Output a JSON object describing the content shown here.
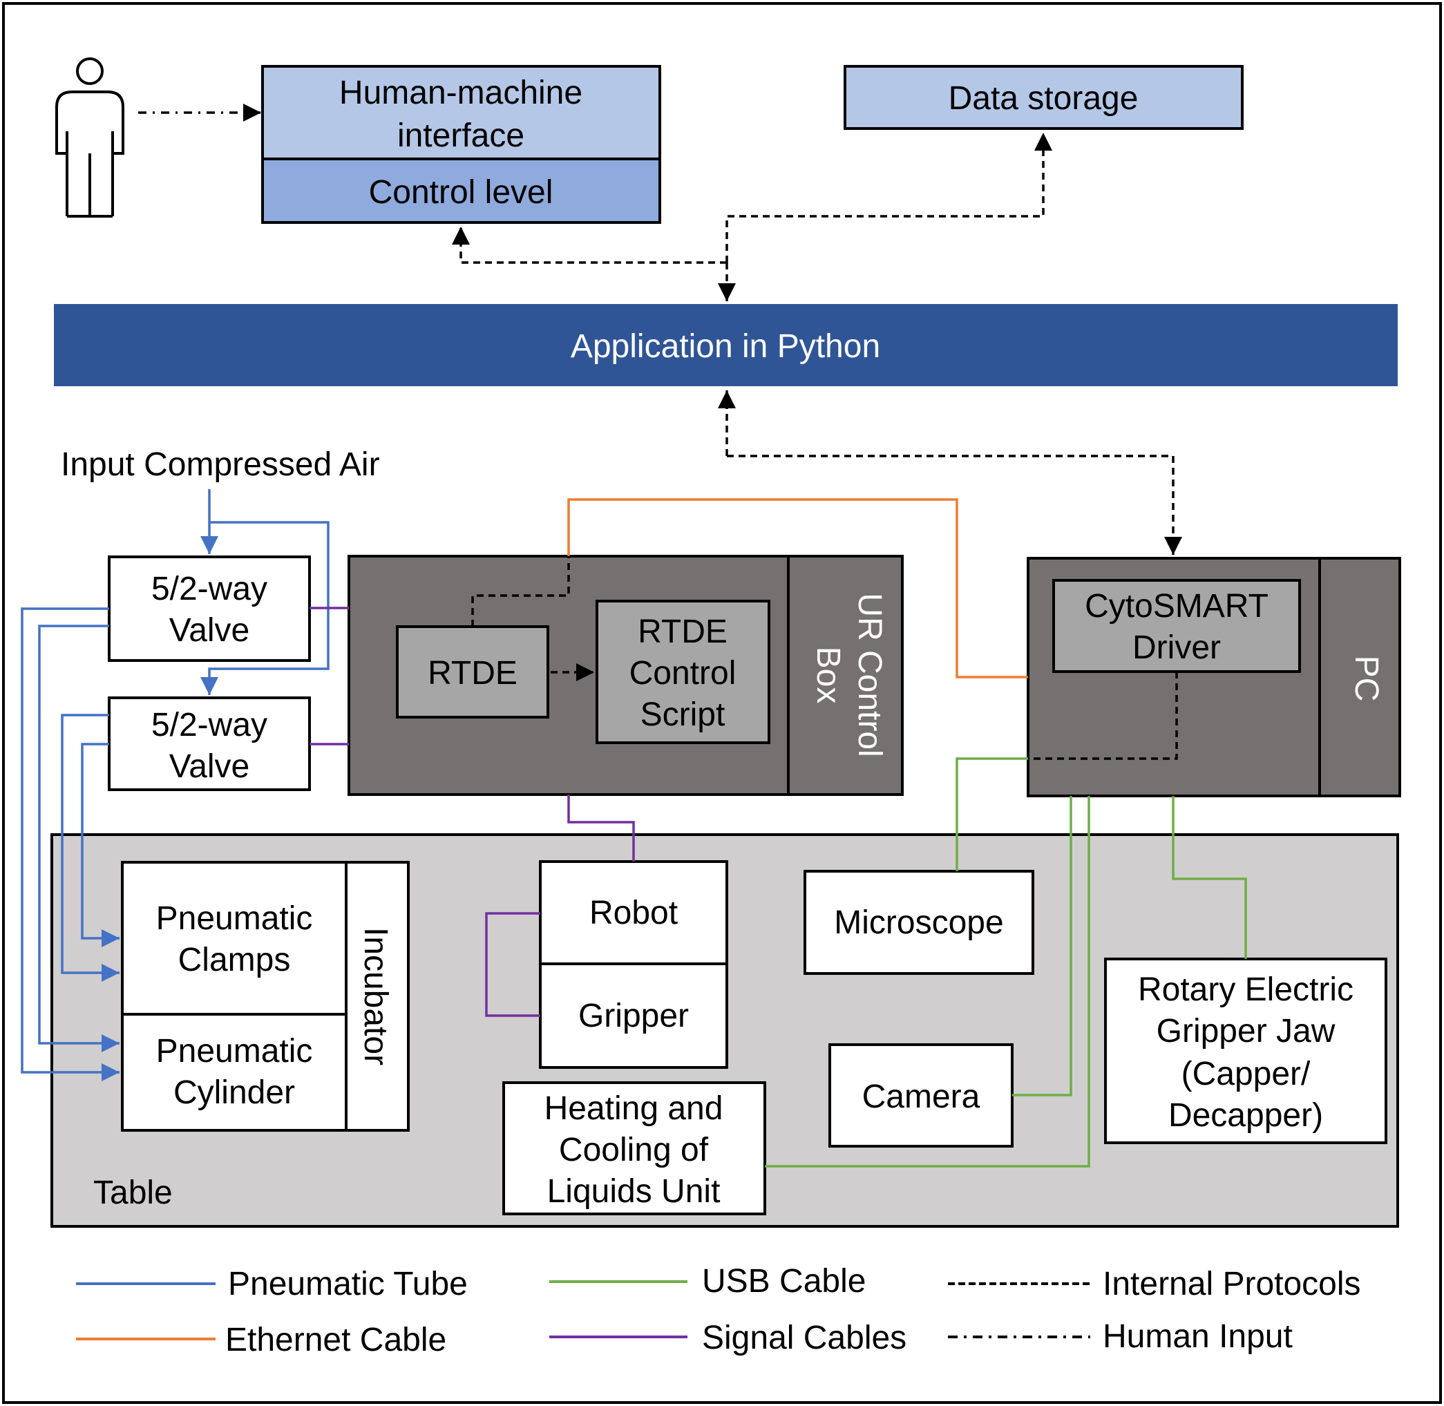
{
  "colors": {
    "pneumatic": "#4472C4",
    "ethernet": "#ED7D31",
    "usb": "#70AD47",
    "signal": "#7030A0",
    "light_blue": "#B4C7E7",
    "mid_blue": "#8FAADC",
    "dark_blue": "#2F5597",
    "dark_gray": "#767171",
    "light_gray": "#A6A6A6",
    "table_gray": "#D0CECE"
  },
  "boxes": {
    "hmi": "Human-machine interface",
    "control_level": "Control level",
    "data_storage": "Data storage",
    "application": "Application in Python",
    "input_air": "Input Compressed Air",
    "valve1": "5/2-way Valve",
    "valve2": "5/2-way Valve",
    "rtde": "RTDE",
    "rtde_script": "RTDE Control Script",
    "ur_box": "UR Control Box",
    "cytosmart": "CytoSMART Driver",
    "pc": "PC",
    "table": "Table",
    "clamps": "Pneumatic Clamps",
    "cylinder": "Pneumatic Cylinder",
    "incubator": "Incubator",
    "robot": "Robot",
    "gripper": "Gripper",
    "heating": "Heating and Cooling of Liquids Unit",
    "microscope": "Microscope",
    "camera": "Camera",
    "rotary": "Rotary Electric Gripper Jaw (Capper/ Decapper)"
  },
  "legend": {
    "pneumatic": "Pneumatic Tube",
    "ethernet": "Ethernet Cable",
    "usb": "USB Cable",
    "signal": "Signal Cables",
    "internal": "Internal Protocols",
    "human": "Human Input"
  }
}
